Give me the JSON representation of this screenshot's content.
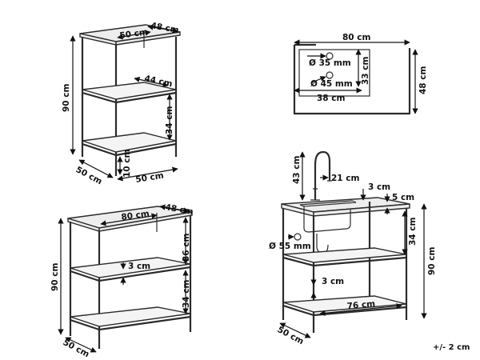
{
  "tolerance": "+/- 2 cm",
  "small_unit": {
    "width_top": "50 cm",
    "depth_top": "48 cm",
    "height": "90 cm",
    "shelf_gap": "44 cm",
    "lower_gap": "34 cm",
    "bottom_clearance": "10 cm",
    "depth_bottom": "50 cm",
    "width_bottom": "50 cm"
  },
  "top_plan": {
    "width": "80 cm",
    "depth": "48 cm",
    "hole_large": "Ø 35 mm",
    "hole_small": "Ø 45 mm",
    "hole_offset": "38 cm",
    "hole_depth": "33 cm"
  },
  "large_unit": {
    "width_top": "80 cm",
    "depth_top": "48 cm",
    "height": "90 cm",
    "upper_gap": "36 cm",
    "shelf_thickness": "3 cm",
    "lower_gap": "34 cm",
    "depth_bottom": "50 cm"
  },
  "sink_unit": {
    "faucet_height": "43 cm",
    "faucet_reach": "21 cm",
    "rim": "3 cm",
    "top_thickness": "5 cm",
    "drain": "Ø 55 mm",
    "height": "90 cm",
    "lower_gap": "34 cm",
    "shelf_thickness": "3 cm",
    "shelf_width": "76 cm",
    "depth": "50 cm"
  }
}
